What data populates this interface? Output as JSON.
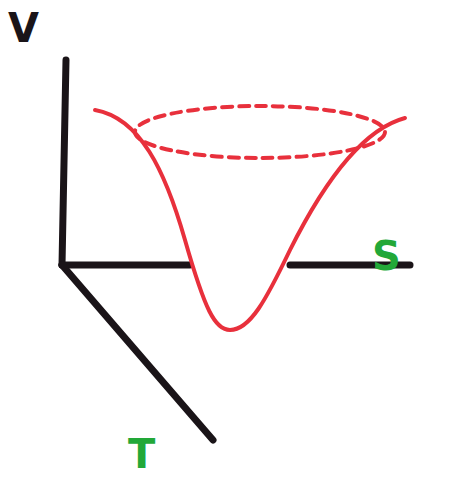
{
  "diagram": {
    "labels": [
      "V",
      "S",
      "T"
    ]
  }
}
